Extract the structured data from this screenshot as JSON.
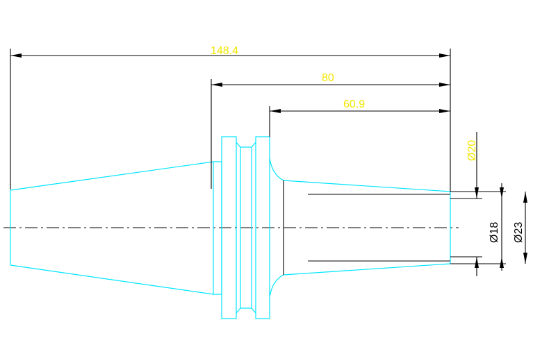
{
  "dimensions": {
    "overall_length": "148.4",
    "length_80": "80",
    "length_60_9": "60.9",
    "dia_20": "Ø20",
    "dia_18": "Ø18",
    "dia_23": "Ø23"
  },
  "colors": {
    "outline": "#00e5ff",
    "dimension_text": "#f2e600",
    "dimension_line": "#000000",
    "background": "#ffffff"
  }
}
